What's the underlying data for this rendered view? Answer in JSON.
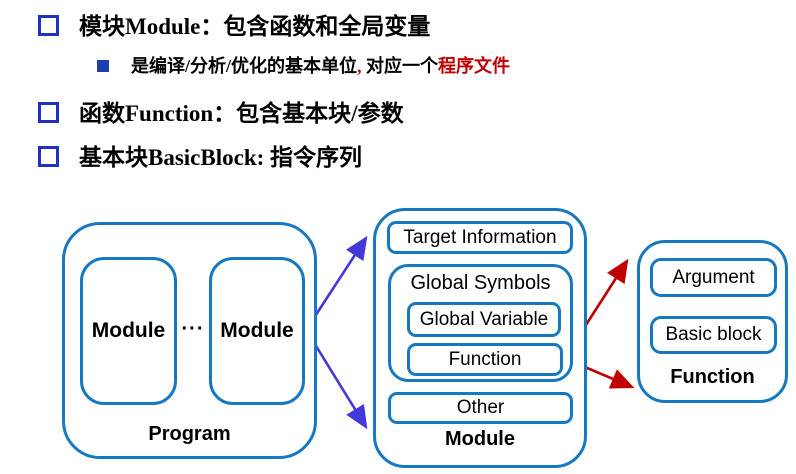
{
  "bullets": {
    "item1": "模块Module：包含函数和全局变量",
    "item2_part1": "是编译/分析/优化的基本单位",
    "item2_comma": ",",
    "item2_part2": "对应一个",
    "item2_red": "程序文件",
    "item3": "函数Function：包含基本块/参数",
    "item4": "基本块BasicBlock: 指令序列"
  },
  "diagram": {
    "program": {
      "label": "Program",
      "module1": "Module",
      "dots": "···",
      "module2": "Module"
    },
    "module": {
      "label": "Module",
      "target_information": "Target Information",
      "global_symbols": "Global Symbols",
      "global_variable": "Global Variable",
      "function": "Function",
      "other": "Other"
    },
    "function": {
      "label": "Function",
      "argument": "Argument",
      "basic_block": "Basic block"
    }
  },
  "colors": {
    "box_border_blue": "#1778c2",
    "bullet_square_blue": "#2130bf",
    "arrow_blue_violet": "#4238dc",
    "arrow_red": "#c00000",
    "highlight_text_red": "#c00000"
  }
}
